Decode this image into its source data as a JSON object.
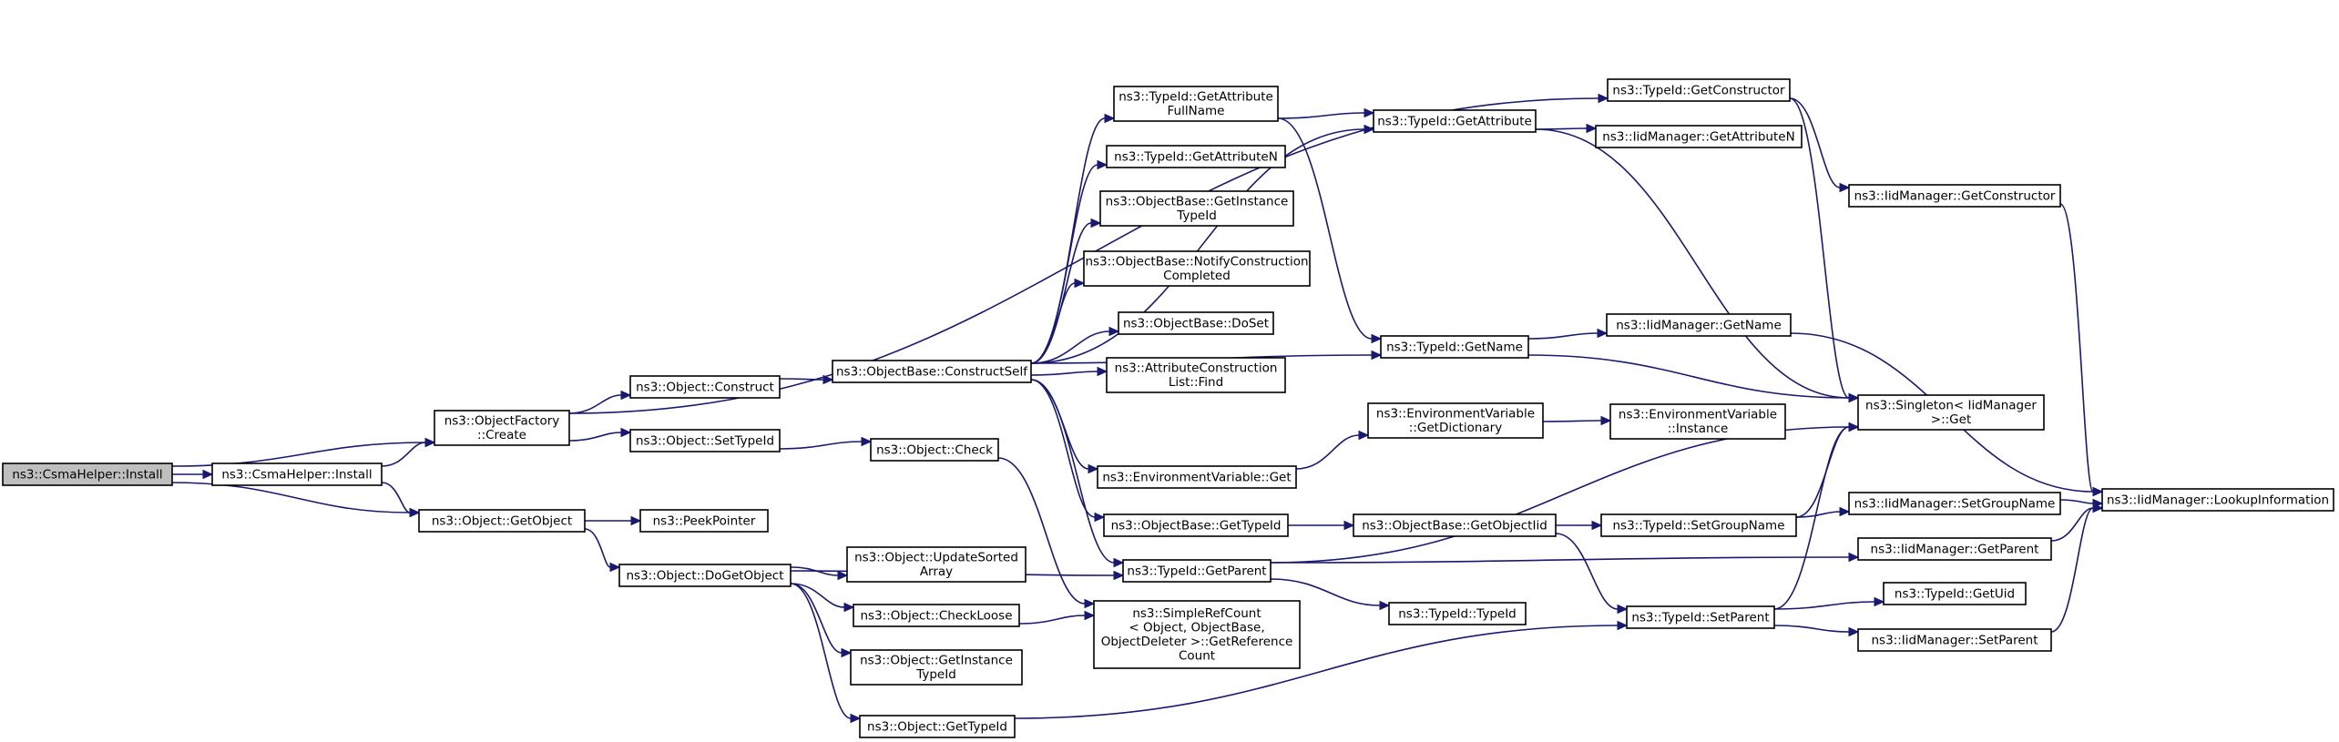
{
  "diagram": {
    "kind": "call-graph",
    "nodes": [
      {
        "id": "root",
        "lines": [
          "ns3::CsmaHelper::Install"
        ],
        "highlight": true
      },
      {
        "id": "csma2",
        "lines": [
          "ns3::CsmaHelper::Install"
        ]
      },
      {
        "id": "objfactory",
        "lines": [
          "ns3::ObjectFactory",
          "::Create"
        ]
      },
      {
        "id": "getobject",
        "lines": [
          "ns3::Object::GetObject"
        ]
      },
      {
        "id": "construct",
        "lines": [
          "ns3::Object::Construct"
        ]
      },
      {
        "id": "settypeid",
        "lines": [
          "ns3::Object::SetTypeId"
        ]
      },
      {
        "id": "peek",
        "lines": [
          "ns3::PeekPointer"
        ]
      },
      {
        "id": "dogetobject",
        "lines": [
          "ns3::Object::DoGetObject"
        ]
      },
      {
        "id": "constructself",
        "lines": [
          "ns3::ObjectBase::ConstructSelf"
        ]
      },
      {
        "id": "check",
        "lines": [
          "ns3::Object::Check"
        ]
      },
      {
        "id": "updatesorted",
        "lines": [
          "ns3::Object::UpdateSorted",
          "Array"
        ]
      },
      {
        "id": "checkloose",
        "lines": [
          "ns3::Object::CheckLoose"
        ]
      },
      {
        "id": "obj_getinst",
        "lines": [
          "ns3::Object::GetInstance",
          "TypeId"
        ]
      },
      {
        "id": "obj_gettypeid",
        "lines": [
          "ns3::Object::GetTypeId"
        ]
      },
      {
        "id": "getattrfull",
        "lines": [
          "ns3::TypeId::GetAttribute",
          "FullName"
        ]
      },
      {
        "id": "getattrn",
        "lines": [
          "ns3::TypeId::GetAttributeN"
        ]
      },
      {
        "id": "ob_getinst",
        "lines": [
          "ns3::ObjectBase::GetInstance",
          "TypeId"
        ]
      },
      {
        "id": "notify",
        "lines": [
          "ns3::ObjectBase::NotifyConstruction",
          "Completed"
        ]
      },
      {
        "id": "doset",
        "lines": [
          "ns3::ObjectBase::DoSet"
        ]
      },
      {
        "id": "attrfind",
        "lines": [
          "ns3::AttributeConstruction",
          "List::Find"
        ]
      },
      {
        "id": "envget",
        "lines": [
          "ns3::EnvironmentVariable::Get"
        ]
      },
      {
        "id": "ob_gettypeid",
        "lines": [
          "ns3::ObjectBase::GetTypeId"
        ]
      },
      {
        "id": "tid_getparent",
        "lines": [
          "ns3::TypeId::GetParent"
        ]
      },
      {
        "id": "tid_typeid",
        "lines": [
          "ns3::TypeId::TypeId"
        ]
      },
      {
        "id": "refcount",
        "lines": [
          "ns3::SimpleRefCount",
          "< Object, ObjectBase,",
          " ObjectDeleter >::GetReference",
          "Count"
        ]
      },
      {
        "id": "tid_getattr",
        "lines": [
          "ns3::TypeId::GetAttribute"
        ]
      },
      {
        "id": "tid_getname",
        "lines": [
          "ns3::TypeId::GetName"
        ]
      },
      {
        "id": "env_getdict",
        "lines": [
          "ns3::EnvironmentVariable",
          "::GetDictionary"
        ]
      },
      {
        "id": "ob_getobjiid",
        "lines": [
          "ns3::ObjectBase::GetObjectIid"
        ]
      },
      {
        "id": "tid_getctor",
        "lines": [
          "ns3::TypeId::GetConstructor"
        ]
      },
      {
        "id": "iid_getattrn",
        "lines": [
          "ns3::IidManager::GetAttributeN"
        ]
      },
      {
        "id": "iid_getname",
        "lines": [
          "ns3::IidManager::GetName"
        ]
      },
      {
        "id": "env_instance",
        "lines": [
          "ns3::EnvironmentVariable",
          "::Instance"
        ]
      },
      {
        "id": "tid_setgroup",
        "lines": [
          "ns3::TypeId::SetGroupName"
        ]
      },
      {
        "id": "tid_setparent",
        "lines": [
          "ns3::TypeId::SetParent"
        ]
      },
      {
        "id": "iid_getctor",
        "lines": [
          "ns3::IidManager::GetConstructor"
        ]
      },
      {
        "id": "singleton",
        "lines": [
          "ns3::Singleton< IidManager",
          " >::Get"
        ]
      },
      {
        "id": "iid_setgroup",
        "lines": [
          "ns3::IidManager::SetGroupName"
        ]
      },
      {
        "id": "iid_getparent",
        "lines": [
          "ns3::IidManager::GetParent"
        ]
      },
      {
        "id": "tid_getuid",
        "lines": [
          "ns3::TypeId::GetUid"
        ]
      },
      {
        "id": "iid_setparent",
        "lines": [
          "ns3::IidManager::SetParent"
        ]
      },
      {
        "id": "iid_lookup",
        "lines": [
          "ns3::IidManager::LookupInformation"
        ]
      }
    ],
    "edges": [
      [
        "root",
        "csma2"
      ],
      [
        "root",
        "objfactory"
      ],
      [
        "root",
        "getobject"
      ],
      [
        "csma2",
        "objfactory"
      ],
      [
        "csma2",
        "getobject"
      ],
      [
        "objfactory",
        "construct"
      ],
      [
        "objfactory",
        "settypeid"
      ],
      [
        "objfactory",
        "tid_getctor"
      ],
      [
        "getobject",
        "peek"
      ],
      [
        "getobject",
        "dogetobject"
      ],
      [
        "construct",
        "constructself"
      ],
      [
        "settypeid",
        "check"
      ],
      [
        "check",
        "refcount"
      ],
      [
        "dogetobject",
        "updatesorted"
      ],
      [
        "dogetobject",
        "checkloose"
      ],
      [
        "dogetobject",
        "obj_getinst"
      ],
      [
        "dogetobject",
        "obj_gettypeid"
      ],
      [
        "dogetobject",
        "tid_getparent"
      ],
      [
        "checkloose",
        "refcount"
      ],
      [
        "obj_gettypeid",
        "tid_setparent"
      ],
      [
        "constructself",
        "getattrfull"
      ],
      [
        "constructself",
        "getattrn"
      ],
      [
        "constructself",
        "ob_getinst"
      ],
      [
        "constructself",
        "notify"
      ],
      [
        "constructself",
        "doset"
      ],
      [
        "constructself",
        "attrfind"
      ],
      [
        "constructself",
        "envget"
      ],
      [
        "constructself",
        "ob_gettypeid"
      ],
      [
        "constructself",
        "tid_getparent"
      ],
      [
        "constructself",
        "tid_getattr"
      ],
      [
        "constructself",
        "tid_getname"
      ],
      [
        "getattrfull",
        "tid_getattr"
      ],
      [
        "getattrfull",
        "tid_getname"
      ],
      [
        "envget",
        "env_getdict"
      ],
      [
        "ob_gettypeid",
        "ob_getobjiid"
      ],
      [
        "tid_getparent",
        "tid_typeid"
      ],
      [
        "tid_getparent",
        "singleton"
      ],
      [
        "tid_getparent",
        "iid_getparent"
      ],
      [
        "tid_getattr",
        "iid_getattrn"
      ],
      [
        "tid_getattr",
        "singleton"
      ],
      [
        "tid_getname",
        "iid_getname"
      ],
      [
        "tid_getname",
        "singleton"
      ],
      [
        "env_getdict",
        "env_instance"
      ],
      [
        "ob_getobjiid",
        "tid_setgroup"
      ],
      [
        "ob_getobjiid",
        "tid_setparent"
      ],
      [
        "tid_getctor",
        "iid_getctor"
      ],
      [
        "tid_getctor",
        "singleton"
      ],
      [
        "tid_setgroup",
        "singleton"
      ],
      [
        "tid_setgroup",
        "iid_setgroup"
      ],
      [
        "tid_setparent",
        "singleton"
      ],
      [
        "tid_setparent",
        "tid_getuid"
      ],
      [
        "tid_setparent",
        "iid_setparent"
      ],
      [
        "iid_getctor",
        "iid_lookup"
      ],
      [
        "iid_getname",
        "iid_lookup"
      ],
      [
        "iid_setgroup",
        "iid_lookup"
      ],
      [
        "iid_getparent",
        "iid_lookup"
      ],
      [
        "iid_setparent",
        "iid_lookup"
      ]
    ]
  }
}
